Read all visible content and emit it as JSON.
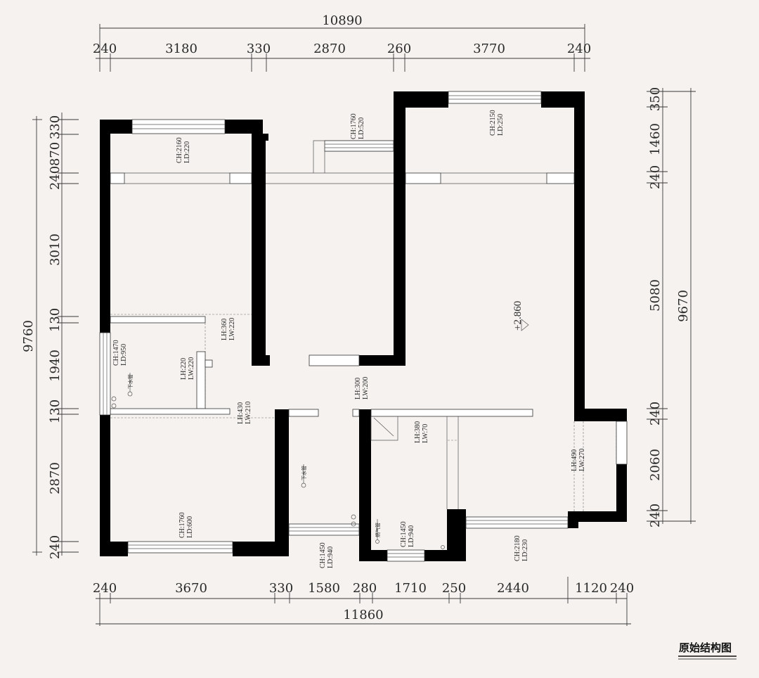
{
  "top_dimensions": {
    "total": "10890",
    "segments": [
      "240",
      "3180",
      "330",
      "2870",
      "260",
      "3770",
      "240"
    ]
  },
  "bottom_dimensions": {
    "total": "11860",
    "segments": [
      "240",
      "3670",
      "330",
      "1580",
      "280",
      "1710",
      "250",
      "2440",
      "1120",
      "240"
    ]
  },
  "left_dimensions": {
    "total": "9760",
    "segments": [
      "330",
      "870",
      "240",
      "3010",
      "130",
      "1940",
      "130",
      "2870",
      "240"
    ]
  },
  "right_dimensions": {
    "total": "9670",
    "segments": [
      "350",
      "1460",
      "240",
      "5080",
      "240",
      "2060",
      "240"
    ]
  },
  "elevation": "+2.860",
  "annotations": {
    "window_top_left": [
      "CH:2160",
      "LD:220"
    ],
    "window_top_mid": [
      "CH:1760",
      "LD:520"
    ],
    "window_top_right": [
      "CH:2150",
      "LD:250"
    ],
    "window_left": [
      "CH:1470",
      "LD:950"
    ],
    "window_bottom_left": [
      "CH:1760",
      "LD:600"
    ],
    "window_bottom_mid": [
      "CH:1450",
      "LD:940"
    ],
    "window_kitchen": [
      "CH:1450",
      "LD:940"
    ],
    "window_bottom_right": [
      "CH:2180",
      "LD:230"
    ],
    "beam_a": [
      "LH:360",
      "LW:220"
    ],
    "beam_b": [
      "LH:220",
      "LW:220"
    ],
    "beam_c": [
      "LH:430",
      "LW:210"
    ],
    "beam_d": [
      "LH:300",
      "LW:200"
    ],
    "beam_e": [
      "LH:380",
      "LW:70"
    ],
    "beam_f": [
      "LH:490",
      "LW:270"
    ]
  },
  "pipe_labels": {
    "drain_1": "下水管",
    "drain_2": "下水管",
    "gas": "燃气管"
  },
  "caption": "原始结构图"
}
